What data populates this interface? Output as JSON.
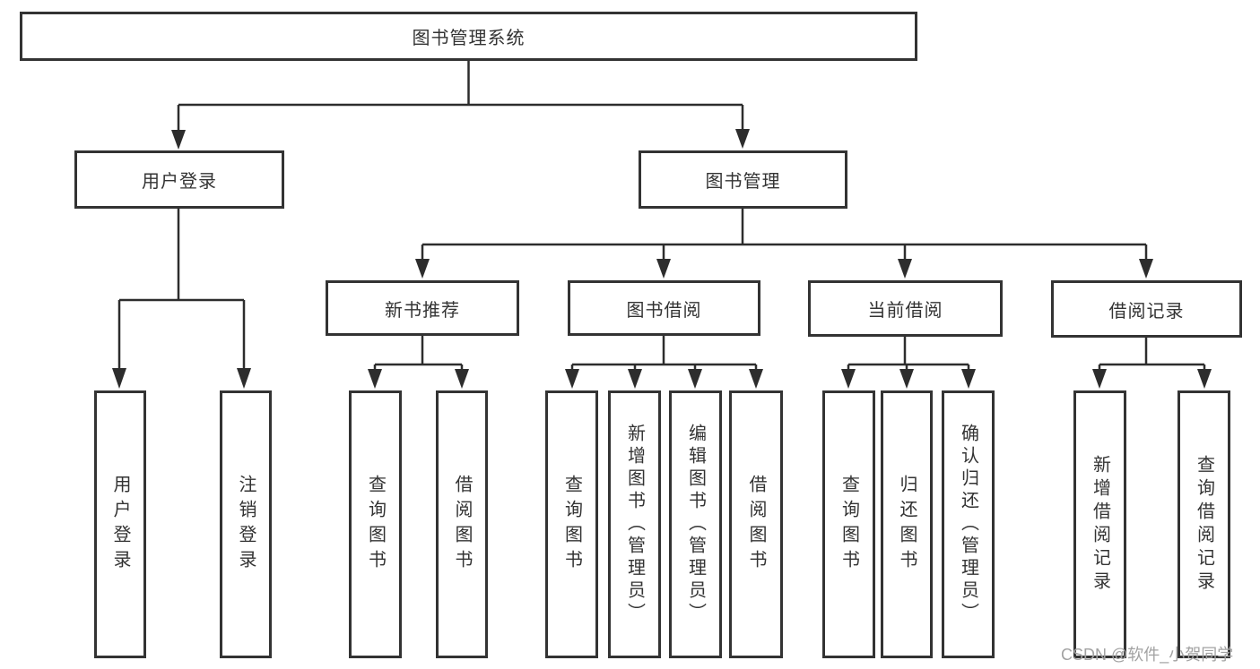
{
  "tree": {
    "label": "图书管理系统",
    "children": [
      {
        "label": "用户登录",
        "children": [
          {
            "label": "用户登录"
          },
          {
            "label": "注销登录"
          }
        ]
      },
      {
        "label": "图书管理",
        "children": [
          {
            "label": "新书推荐",
            "children": [
              {
                "label": "查询图书"
              },
              {
                "label": "借阅图书"
              }
            ]
          },
          {
            "label": "图书借阅",
            "children": [
              {
                "label": "查询图书"
              },
              {
                "label": "新增图书（管理员）"
              },
              {
                "label": "编辑图书（管理员）"
              },
              {
                "label": "借阅图书"
              }
            ]
          },
          {
            "label": "当前借阅",
            "children": [
              {
                "label": "查询图书"
              },
              {
                "label": "归还图书"
              },
              {
                "label": "确认归还（管理员）"
              }
            ]
          },
          {
            "label": "借阅记录",
            "children": [
              {
                "label": "新增借阅记录"
              },
              {
                "label": "查询借阅记录"
              }
            ]
          }
        ]
      }
    ]
  },
  "watermark": {
    "text": "CSDN @软件_小贺同学"
  },
  "colors": {
    "line": "#2d2d2d",
    "box_border": "#333333",
    "text": "#333333",
    "watermark": "#a2a2a2",
    "background": "#ffffff"
  }
}
